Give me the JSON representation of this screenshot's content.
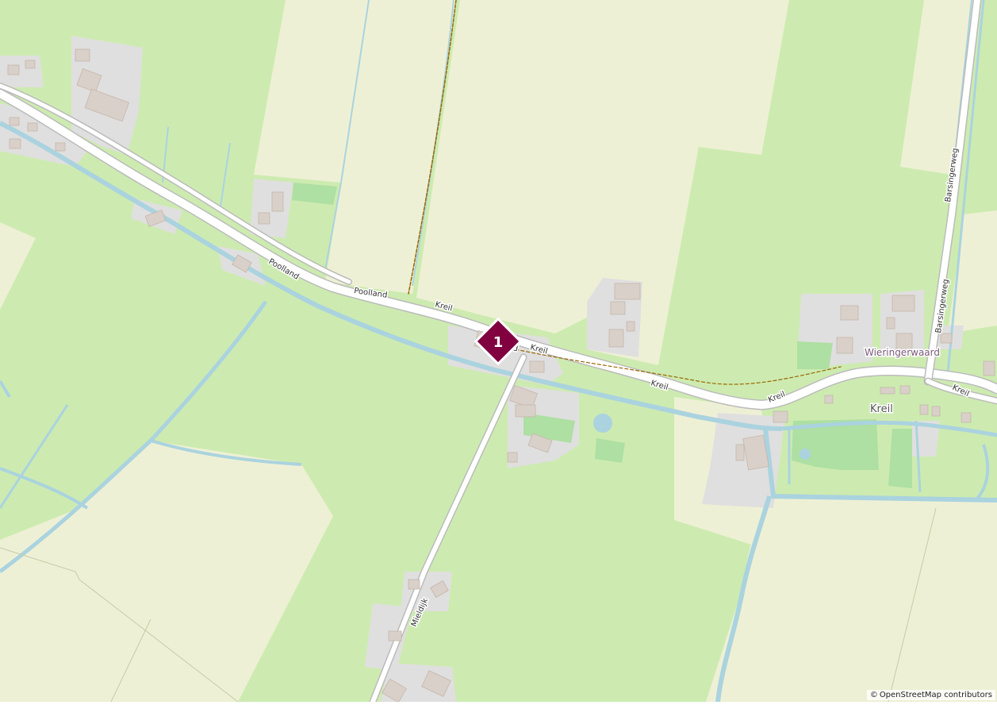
{
  "colors": {
    "farmland": "#eef0d5",
    "grass": "#cdebb0",
    "meadow": "#cdebb0",
    "water": "#aad3df",
    "road_fill": "#ffffff",
    "road_casing": "#bbbbbb",
    "building": "#d9d0c9",
    "building_stroke": "#c4b6ab",
    "residential": "#e0dfdf",
    "industrial": "#ebdbe8",
    "orchard": "#aedfa3",
    "marker": "#800040",
    "track": "#996600"
  },
  "marker": {
    "label": "1",
    "icon": "map-pin-diamond-icon"
  },
  "labels": {
    "poolland_a": "Poolland",
    "poolland_b": "Poolland",
    "kreil_a": "Kreil",
    "kreil_b": "Kreil",
    "kreil_c": "Kreil",
    "kreil_d": "Kreil",
    "kreil_e": "Kreil",
    "kreil_partial": "d",
    "barsingerweg_a": "Barsingerweg",
    "barsingerweg_b": "Barsingerweg",
    "mieldijk": "Mieldijk",
    "wieringerwaard": "Wieringerwaard",
    "kreil_place": "Kreil"
  },
  "attribution": {
    "symbol": "©",
    "text": "OpenStreetMap contributors"
  }
}
